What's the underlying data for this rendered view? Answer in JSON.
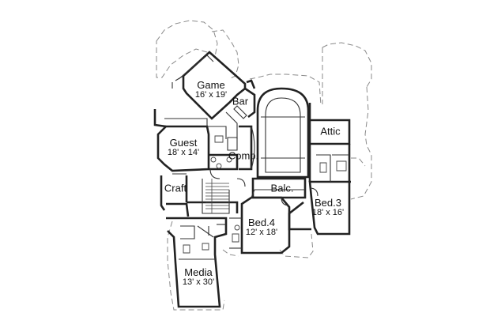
{
  "rooms": {
    "game": {
      "name": "Game",
      "dims": "16' x 19'"
    },
    "bar": {
      "name": "Bar"
    },
    "guest": {
      "name": "Guest",
      "dims": "18' x 14'"
    },
    "comp": {
      "name": "Comp."
    },
    "attic": {
      "name": "Attic"
    },
    "craft": {
      "name": "Craft"
    },
    "balc": {
      "name": "Balc."
    },
    "bed3": {
      "name": "Bed.3",
      "dims": "18' x 16'"
    },
    "bed4": {
      "name": "Bed.4",
      "dims": "12' x 18'"
    },
    "media": {
      "name": "Media",
      "dims": "13' x 30'"
    }
  }
}
